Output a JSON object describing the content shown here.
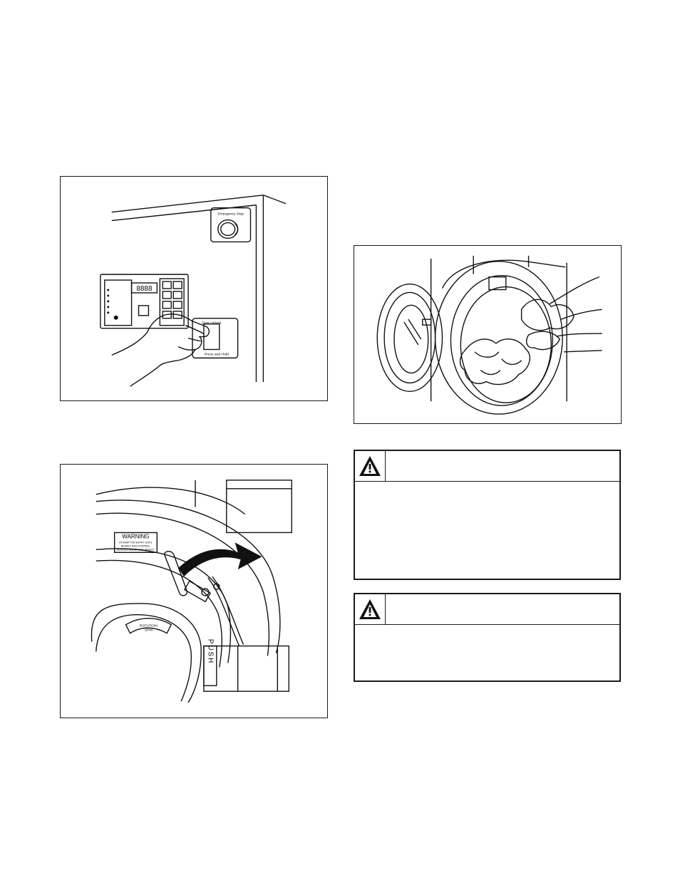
{
  "figures": {
    "control_panel": {
      "emergency_stop_label": "Emergency Stop",
      "display_digits": "8888",
      "door_unlock_label": "Door Unlock",
      "press_hold_label": "Press and Hold"
    },
    "loading": {},
    "door_handle": {
      "sign_title": "WARNING",
      "sign_line1": "ATTEMPT NO ENTRY UNTIL",
      "sign_line2": "BASKET HAS STOPPED.",
      "sign_line3": "SERIOUS INJURY MAY RESULT.",
      "rotation_label_1": "ROTATION",
      "rotation_label_2": "SPIN",
      "push_label": "PUSH"
    }
  },
  "warnings": [
    {
      "icon": "warning-triangle-icon",
      "text": ""
    },
    {
      "icon": "warning-triangle-icon",
      "text": ""
    }
  ]
}
